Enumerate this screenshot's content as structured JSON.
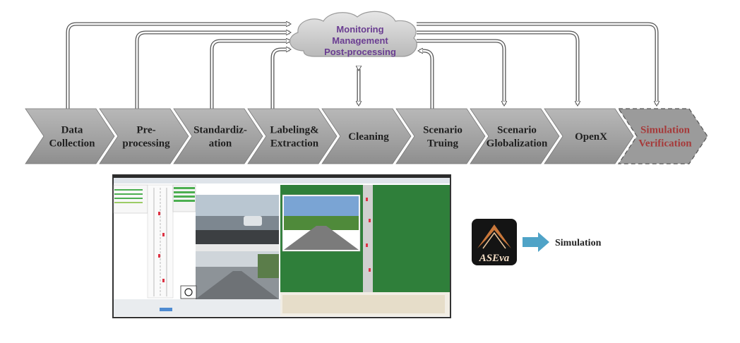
{
  "cloud": {
    "lines": [
      "Monitoring",
      "Management",
      "Post-processing"
    ]
  },
  "steps": [
    {
      "lines": [
        "Data",
        "Collection"
      ]
    },
    {
      "lines": [
        "Pre-",
        "processing"
      ]
    },
    {
      "lines": [
        "Standardiz-",
        "ation"
      ]
    },
    {
      "lines": [
        "Labeling&",
        "Extraction"
      ]
    },
    {
      "lines": [
        "Cleaning"
      ]
    },
    {
      "lines": [
        "Scenario",
        "Truing"
      ]
    },
    {
      "lines": [
        "Scenario",
        "Globalization"
      ]
    },
    {
      "lines": [
        "OpenX"
      ]
    },
    {
      "lines": [
        "Simulation",
        "Verification"
      ]
    }
  ],
  "logo": {
    "text": "ASEva"
  },
  "simulation": {
    "label": "Simulation"
  },
  "colors": {
    "chevron_fill": "#a6a6a6",
    "chevron_dark": "#8c8c8c",
    "highlight_fill": "#9b9b9b",
    "highlight_text": "#a63a3a",
    "cloud_text": "#6a3d91",
    "arrow_blue": "#4fa3c7",
    "map_green": "#2f7f3a",
    "logo_bg": "#141414",
    "logo_peak": "#c9773a"
  }
}
